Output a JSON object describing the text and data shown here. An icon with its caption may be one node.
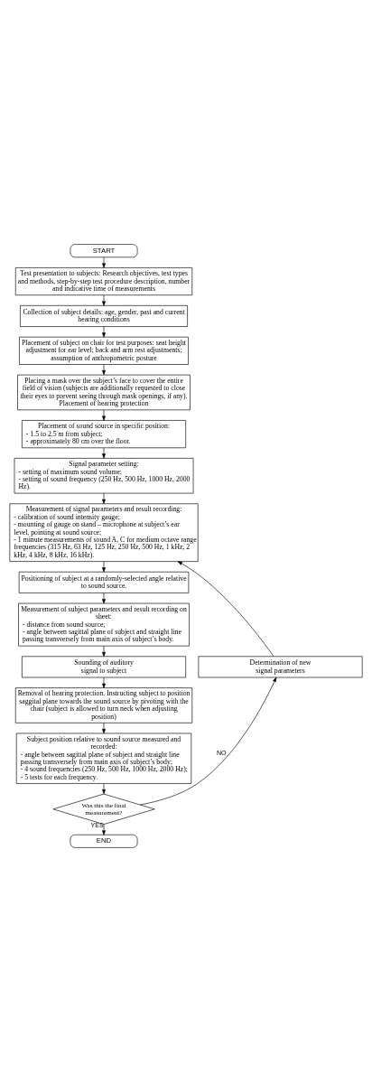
{
  "diagram": {
    "nodes": [
      {
        "text": [
          "START"
        ]
      },
      {
        "text": [
          "Test presentation to subjects: Research objectives, test types and methods, step-by-step test procedure description, number and indicative time of measurements"
        ]
      },
      {
        "text": [
          "Collection of subject details: age, gender, past and current hearing conditions"
        ]
      },
      {
        "text": [
          "Placement of subject on chair for test purposes: seat height adjustment for ear level; back and arm rest adjustments; assumption of anthropometric posture"
        ]
      },
      {
        "text": [
          "Placing a mask over the subject’s face to cover the entire field of vision (subjects are additionally requested to close their eyes to prevent seeing through mask openings, if any). Placement of hearing protection"
        ]
      },
      {
        "text": [
          "Placement of sound source in specific position:",
          "- 1.5 to 2.5 m from subject;",
          "- approximately 80 cm over the floor."
        ]
      },
      {
        "text": [
          "Signal parameter setting:",
          "- setting of maximum sound volume;",
          "- setting of sound frequency (250 Hz, 500 Hz, 1000 Hz, 2000 Hz)."
        ]
      },
      {
        "text": [
          "Measurement of signal parameters and result recording:",
          "- calibration of sound intensity gauge;",
          "- mounting of gauge on stand – microphone at subject’s ear level, pointing at sound source;",
          "- 1 minute measurements of sound A, C for medium octave range frequencies (315 Hz, 63 Hz, 125 Hz, 250 Hz, 500 Hz, 1 kHz, 2 kHz, 4 kHz, 8 kHz, 16 kHz)."
        ]
      },
      {
        "text": [
          "Positioning of subject at a randomly-selected angle relative to sound source."
        ]
      },
      {
        "text": [
          "Measurement of subject parameters and result recording on sheet:",
          "- distance from sound source;",
          "- angle between sagittal plane of subject and straight line passing transversely from main axis of subject’s body."
        ]
      },
      {
        "text": [
          "Sounding of auditory signal to subject"
        ]
      },
      {
        "text": [
          "Determination of new signal parameters"
        ]
      },
      {
        "text": [
          "Removal of hearing protection. Instructing subject to position saggital plane towards the sound source by pivoting with the chair (subject is allowed to turn neck when adjusting position)"
        ]
      },
      {
        "text": [
          "Subject position relative to sound source measured and recorded:",
          "- angle between sagittal plane of subject and straight line passing transversely from main axis of subject’s body;",
          "- 4 sound frequencies (250 Hz, 500 Hz, 1000 Hz, 2000 Hz);",
          "- 5 tests for each frequency."
        ]
      },
      {
        "text": [
          "Was this the final measurement?"
        ]
      },
      {
        "text": [
          "END"
        ]
      }
    ],
    "edges": [
      {
        "from": 0,
        "to": 1,
        "arrow": "to"
      },
      {
        "from": 1,
        "to": 2,
        "arrow": "to"
      },
      {
        "from": 2,
        "to": 3,
        "arrow": "to"
      },
      {
        "from": 3,
        "to": 4,
        "arrow": "to"
      },
      {
        "from": 4,
        "to": 5,
        "arrow": "to"
      },
      {
        "from": 5,
        "to": 6,
        "arrow": "to"
      },
      {
        "from": 6,
        "to": 7,
        "arrow": "to"
      },
      {
        "from": 7,
        "to": 8,
        "arrow": "to"
      },
      {
        "from": 8,
        "to": 9,
        "arrow": "to"
      },
      {
        "from": 9,
        "to": 10,
        "arrow": "to"
      },
      {
        "from": 11,
        "to": 7,
        "arrow": "to"
      },
      {
        "from": 10,
        "to": 12,
        "arrow": "to"
      },
      {
        "from": 12,
        "to": 13,
        "arrow": "to"
      },
      {
        "from": 13,
        "to": 14,
        "arrow": "to"
      },
      {
        "from": 14,
        "to": 11,
        "label": "NO",
        "arrow": "to"
      },
      {
        "from": 14,
        "to": 15,
        "label": "YES",
        "arrow": "to"
      }
    ]
  }
}
